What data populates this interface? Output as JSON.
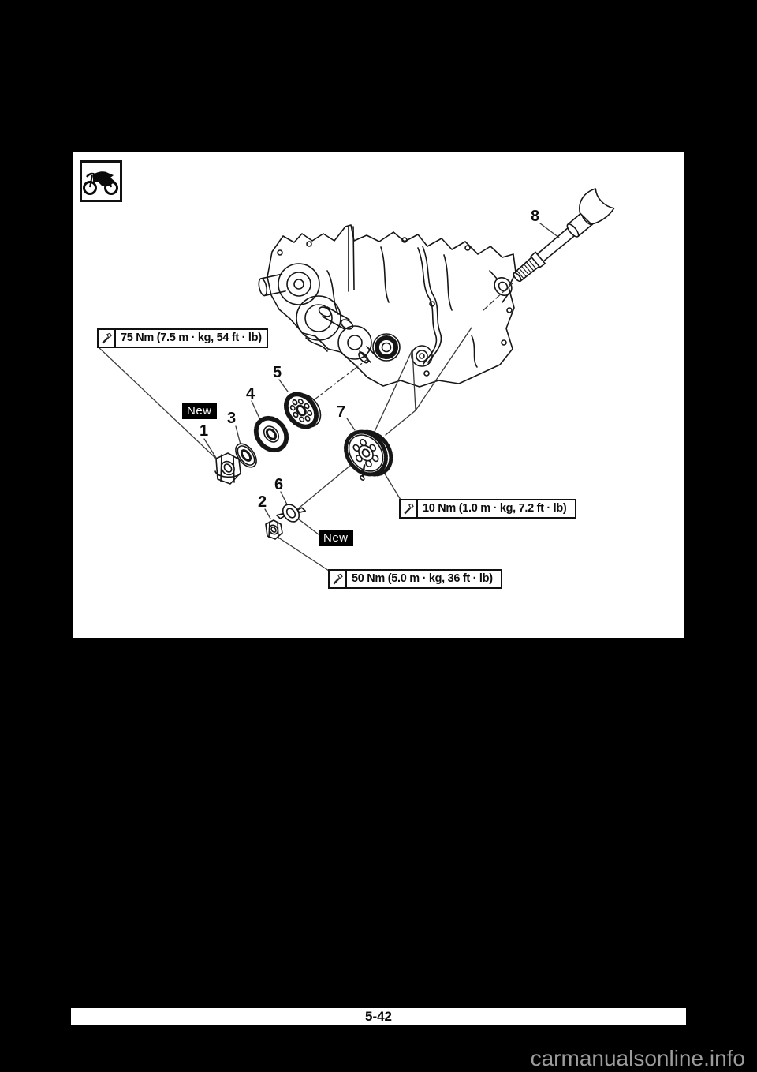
{
  "page": {
    "footer_page_number": "5-42",
    "watermark": "carmanualsonline.info"
  },
  "diagram": {
    "vehicle_icon": "motorcycle-icon",
    "torque_icon": "wrench-icon",
    "torque_labels": [
      {
        "text": "75 Nm (7.5 m · kg, 54 ft · lb)"
      },
      {
        "text": "10 Nm (1.0 m · kg, 7.2 ft · lb)"
      },
      {
        "text": "50 Nm (5.0 m · kg, 36 ft · lb)"
      }
    ],
    "new_labels": [
      {
        "text": "New"
      },
      {
        "text": "New"
      }
    ],
    "parts": [
      {
        "label": "1"
      },
      {
        "label": "2"
      },
      {
        "label": "3"
      },
      {
        "label": "4"
      },
      {
        "label": "5"
      },
      {
        "label": "6"
      },
      {
        "label": "7"
      },
      {
        "label": "8"
      }
    ],
    "colors": {
      "page_bg": "#000000",
      "sheet_bg": "#ffffff",
      "line": "#161616",
      "label_bg": "#000000",
      "label_fg": "#ffffff",
      "watermark": "#9c9c9c"
    }
  }
}
